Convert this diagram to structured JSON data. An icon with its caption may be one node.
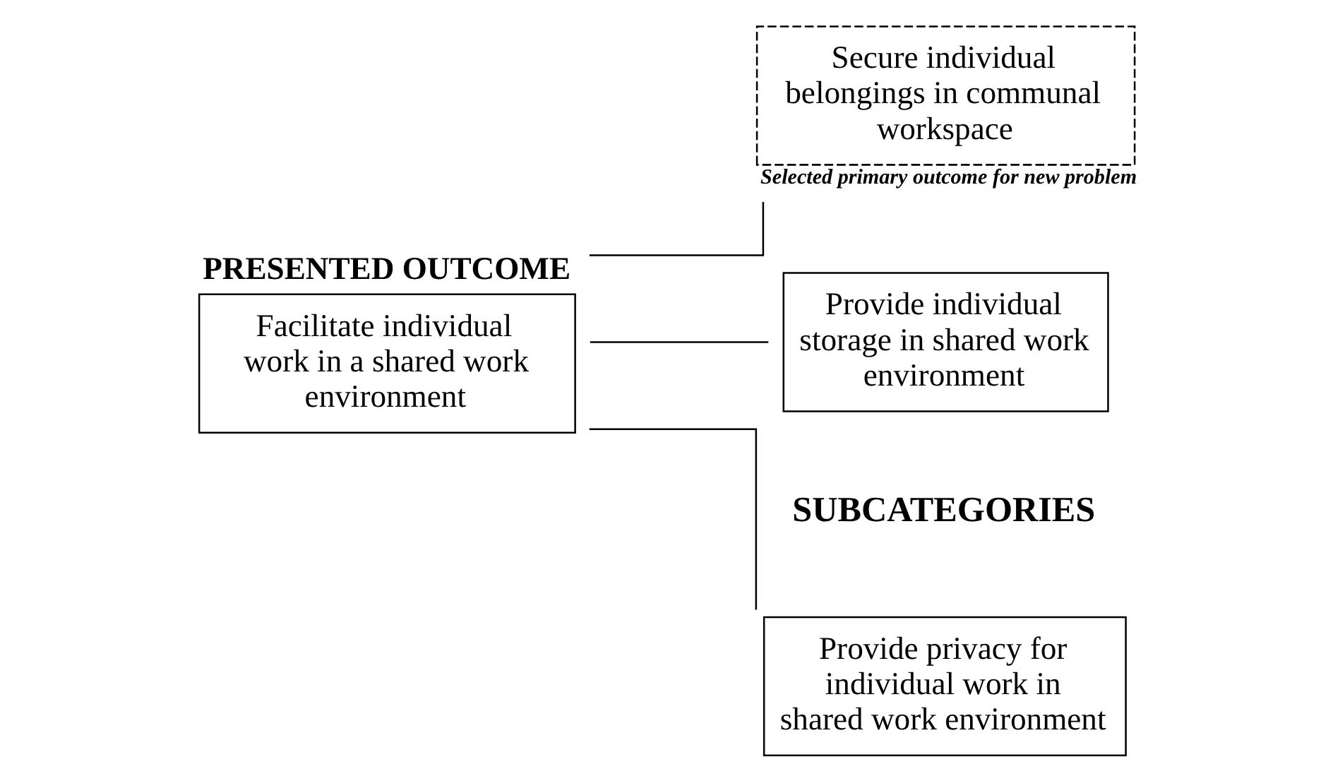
{
  "diagram": {
    "nodes": [
      {
        "text": [
          "PRESENTED OUTCOME",
          "Facilitate individual work in a shared work environment"
        ]
      },
      {
        "text": [
          "Provide privacy for individual work in shared work environment"
        ]
      },
      {
        "text": [
          "Secure individual belongings in communal workspace"
        ],
        "beside": [
          "Selected primary outcome for new problem"
        ]
      },
      {
        "text": [
          "Provide individual storage in shared work environment"
        ]
      }
    ],
    "edges": [
      {
        "from": 0,
        "to": 1,
        "arrow": "none"
      },
      {
        "from": 0,
        "to": 2,
        "arrow": "none"
      },
      {
        "from": 0,
        "to": 3,
        "arrow": "none"
      }
    ],
    "labels": [
      "SUBCATEGORIES"
    ]
  }
}
